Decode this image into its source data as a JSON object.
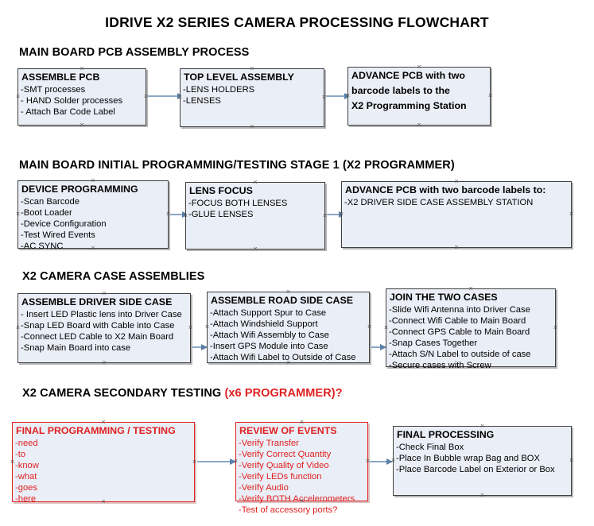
{
  "document": {
    "title": "IDRIVE X2  SERIES CAMERA PROCESSING FLOWCHART"
  },
  "colors": {
    "box_fill": "#eaeff7",
    "box_border": "#3f3f3f",
    "red_accent": "#e02020",
    "arrow": "#8ba6c4",
    "text": "#000000"
  },
  "sections": [
    {
      "id": "main-board-pcb-assembly",
      "heading": "MAIN BOARD PCB ASSEMBLY PROCESS",
      "heading_suffix": "",
      "boxes": [
        {
          "id": "assemble-pcb",
          "header": "ASSEMBLE PCB",
          "items": [
            "-SMT processes",
            "- HAND Solder processes",
            "- Attach Bar Code Label"
          ]
        },
        {
          "id": "top-level-assembly",
          "header": "TOP LEVEL ASSEMBLY",
          "items": [
            "-LENS HOLDERS",
            "-LENSES"
          ]
        },
        {
          "id": "advance-pcb-programming-station",
          "header": "ADVANCE PCB with two",
          "items": [
            "barcode labels to the",
            " X2 Programming Station"
          ]
        }
      ]
    },
    {
      "id": "main-board-initial-programming",
      "heading": "MAIN BOARD INITIAL PROGRAMMING/TESTING STAGE 1 (X2 PROGRAMMER)",
      "heading_suffix": "",
      "boxes": [
        {
          "id": "device-programming",
          "header": "DEVICE PROGRAMMING",
          "items": [
            "-Scan Barcode",
            "-Boot Loader",
            "-Device Configuration",
            "-Test Wired Events",
            "-AC SYNC"
          ]
        },
        {
          "id": "lens-focus",
          "header": "LENS FOCUS",
          "items": [
            "-FOCUS BOTH LENSES",
            "-GLUE LENSES"
          ]
        },
        {
          "id": "advance-pcb-driver-side-case",
          "header": "ADVANCE PCB with two barcode labels to:",
          "items": [
            "-X2 DRIVER  SIDE  CASE  ASSEMBLY STATION"
          ]
        }
      ]
    },
    {
      "id": "x2-camera-case-assemblies",
      "heading": "X2 CAMERA CASE ASSEMBLIES",
      "heading_suffix": "",
      "boxes": [
        {
          "id": "assemble-driver-side-case",
          "header": "ASSEMBLE DRIVER SIDE CASE",
          "items": [
            "- Insert LED Plastic lens into Driver Case",
            "-Snap LED Board with Cable into Case",
            "-Connect LED Cable to X2 Main Board",
            "-Snap Main Board into case"
          ]
        },
        {
          "id": "assemble-road-side-case",
          "header": "ASSEMBLE ROAD SIDE CASE",
          "items": [
            "-Attach Support Spur to Case",
            "-Attach Windshield Support",
            "-Attach Wifi Assembly to Case",
            "-Insert GPS Module into Case",
            "-Attach Wifi Label to Outside of Case"
          ]
        },
        {
          "id": "join-the-two-cases",
          "header": "JOIN THE TWO CASES",
          "items": [
            "-Slide Wifi Antenna into Driver Case",
            "-Connect Wifi Cable to Main Board",
            "-Connect GPS Cable to Main Board",
            "-Snap Cases Together",
            "-Attach S/N Label to outside of case",
            "-Secure cases with Screw"
          ]
        }
      ]
    },
    {
      "id": "x2-camera-secondary-testing",
      "heading": "X2 CAMERA SECONDARY TESTING ",
      "heading_suffix": "(x6 PROGRAMMER)?",
      "boxes": [
        {
          "id": "final-programming-testing",
          "header": "FINAL PROGRAMMING / TESTING",
          "items": [
            "-need",
            "-to",
            "-know",
            "-what",
            "-goes",
            "-here"
          ]
        },
        {
          "id": "review-of-events",
          "header": "REVIEW OF EVENTS",
          "items": [
            "-Verify Transfer",
            "-Verify Correct Quantity",
            "-Verify Quality of Video",
            "-Verify LEDs function",
            "-Verify Audio",
            "-Verify BOTH Accelerometers",
            "-Test of accessory ports?"
          ]
        },
        {
          "id": "final-processing",
          "header": "FINAL PROCESSING",
          "items": [
            " -Check Final Box",
            "-Place In Bubble wrap Bag and BOX",
            "-Place Barcode Label on Exterior or Box"
          ]
        }
      ]
    }
  ]
}
